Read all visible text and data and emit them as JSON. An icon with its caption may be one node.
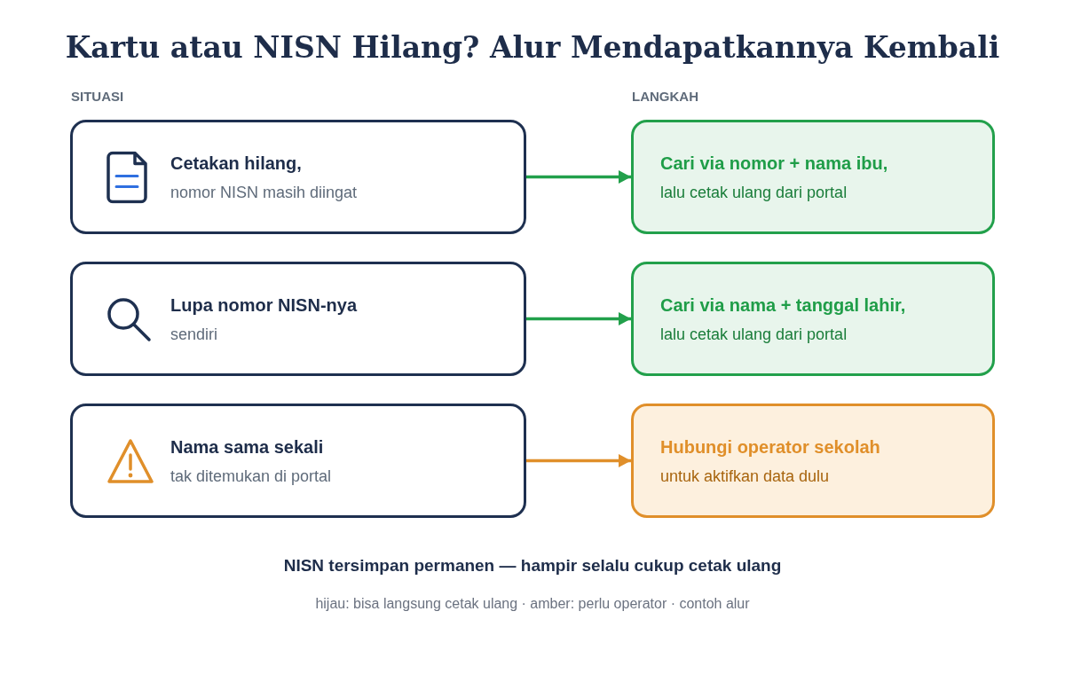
{
  "diagram": {
    "title": "Kartu atau NISN Hilang? Alur Mendapatkannya Kembali",
    "nodes": [
      {
        "text": [
          "Cetakan hilang,",
          "nomor NISN masih diingat"
        ]
      },
      {
        "text": [
          "Cari via nomor + nama ibu,",
          "lalu cetak ulang dari portal"
        ]
      },
      {
        "text": [
          "Lupa nomor NISN-nya",
          "sendiri"
        ]
      },
      {
        "text": [
          "Cari via nama + tanggal lahir,",
          "lalu cetak ulang dari portal"
        ]
      },
      {
        "text": [
          "Nama sama sekali",
          "tak ditemukan di portal"
        ]
      },
      {
        "text": [
          "Hubungi operator sekolah",
          "untuk aktifkan data dulu"
        ]
      }
    ],
    "edges": [
      {
        "from": 0,
        "to": 1,
        "arrow": "to"
      },
      {
        "from": 2,
        "to": 3,
        "arrow": "to"
      },
      {
        "from": 4,
        "to": 5,
        "arrow": "to",
        "color": "#e08f2a"
      }
    ],
    "labels": [
      "SITUASI",
      "LANGKAH",
      "NISN tersimpan permanen — hampir selalu cukup cetak ulang",
      "hijau: bisa langsung cetak ulang · amber: perlu operator · contoh alur"
    ]
  }
}
